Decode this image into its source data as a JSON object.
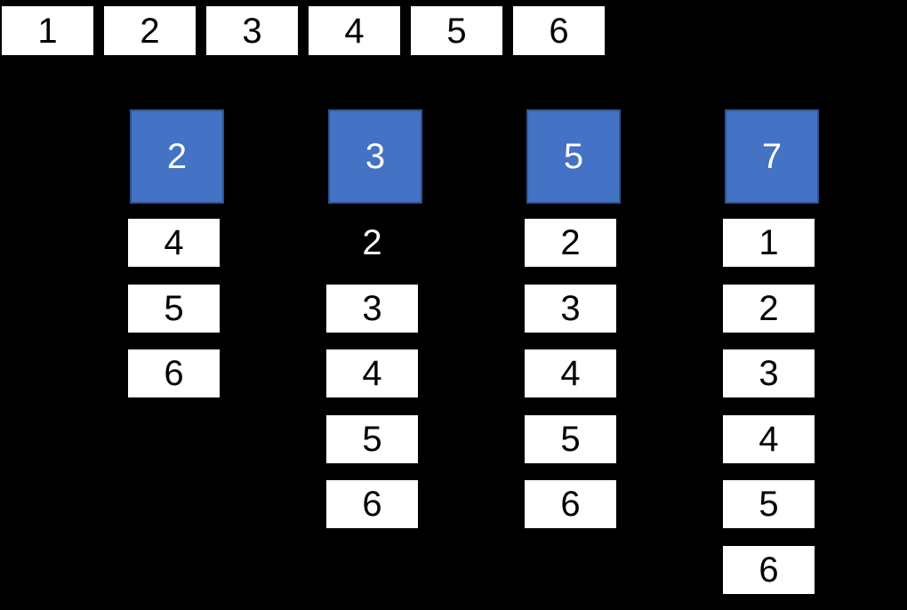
{
  "canvas": {
    "background": "#000000"
  },
  "colors": {
    "header_fill": "#4472C4",
    "header_border": "#2F528F",
    "header_text": "#FFFFFF",
    "cell_fill": "#FFFFFF",
    "cell_text": "#000000",
    "unboxed_text": "#FFFFFF"
  },
  "top_row": {
    "cells": [
      {
        "label": "1"
      },
      {
        "label": "2"
      },
      {
        "label": "3"
      },
      {
        "label": "4"
      },
      {
        "label": "5"
      },
      {
        "label": "6"
      }
    ]
  },
  "columns": [
    {
      "header": "2",
      "items": [
        {
          "label": "4",
          "boxed": true
        },
        {
          "label": "5",
          "boxed": true
        },
        {
          "label": "6",
          "boxed": true
        }
      ]
    },
    {
      "header": "3",
      "items": [
        {
          "label": "2",
          "boxed": false
        },
        {
          "label": "3",
          "boxed": true
        },
        {
          "label": "4",
          "boxed": true
        },
        {
          "label": "5",
          "boxed": true
        },
        {
          "label": "6",
          "boxed": true
        }
      ]
    },
    {
      "header": "5",
      "items": [
        {
          "label": "2",
          "boxed": true
        },
        {
          "label": "3",
          "boxed": true
        },
        {
          "label": "4",
          "boxed": true
        },
        {
          "label": "5",
          "boxed": true
        },
        {
          "label": "6",
          "boxed": true
        }
      ]
    },
    {
      "header": "7",
      "items": [
        {
          "label": "1",
          "boxed": true
        },
        {
          "label": "2",
          "boxed": true
        },
        {
          "label": "3",
          "boxed": true
        },
        {
          "label": "4",
          "boxed": true
        },
        {
          "label": "5",
          "boxed": true
        },
        {
          "label": "6",
          "boxed": true
        }
      ]
    }
  ]
}
